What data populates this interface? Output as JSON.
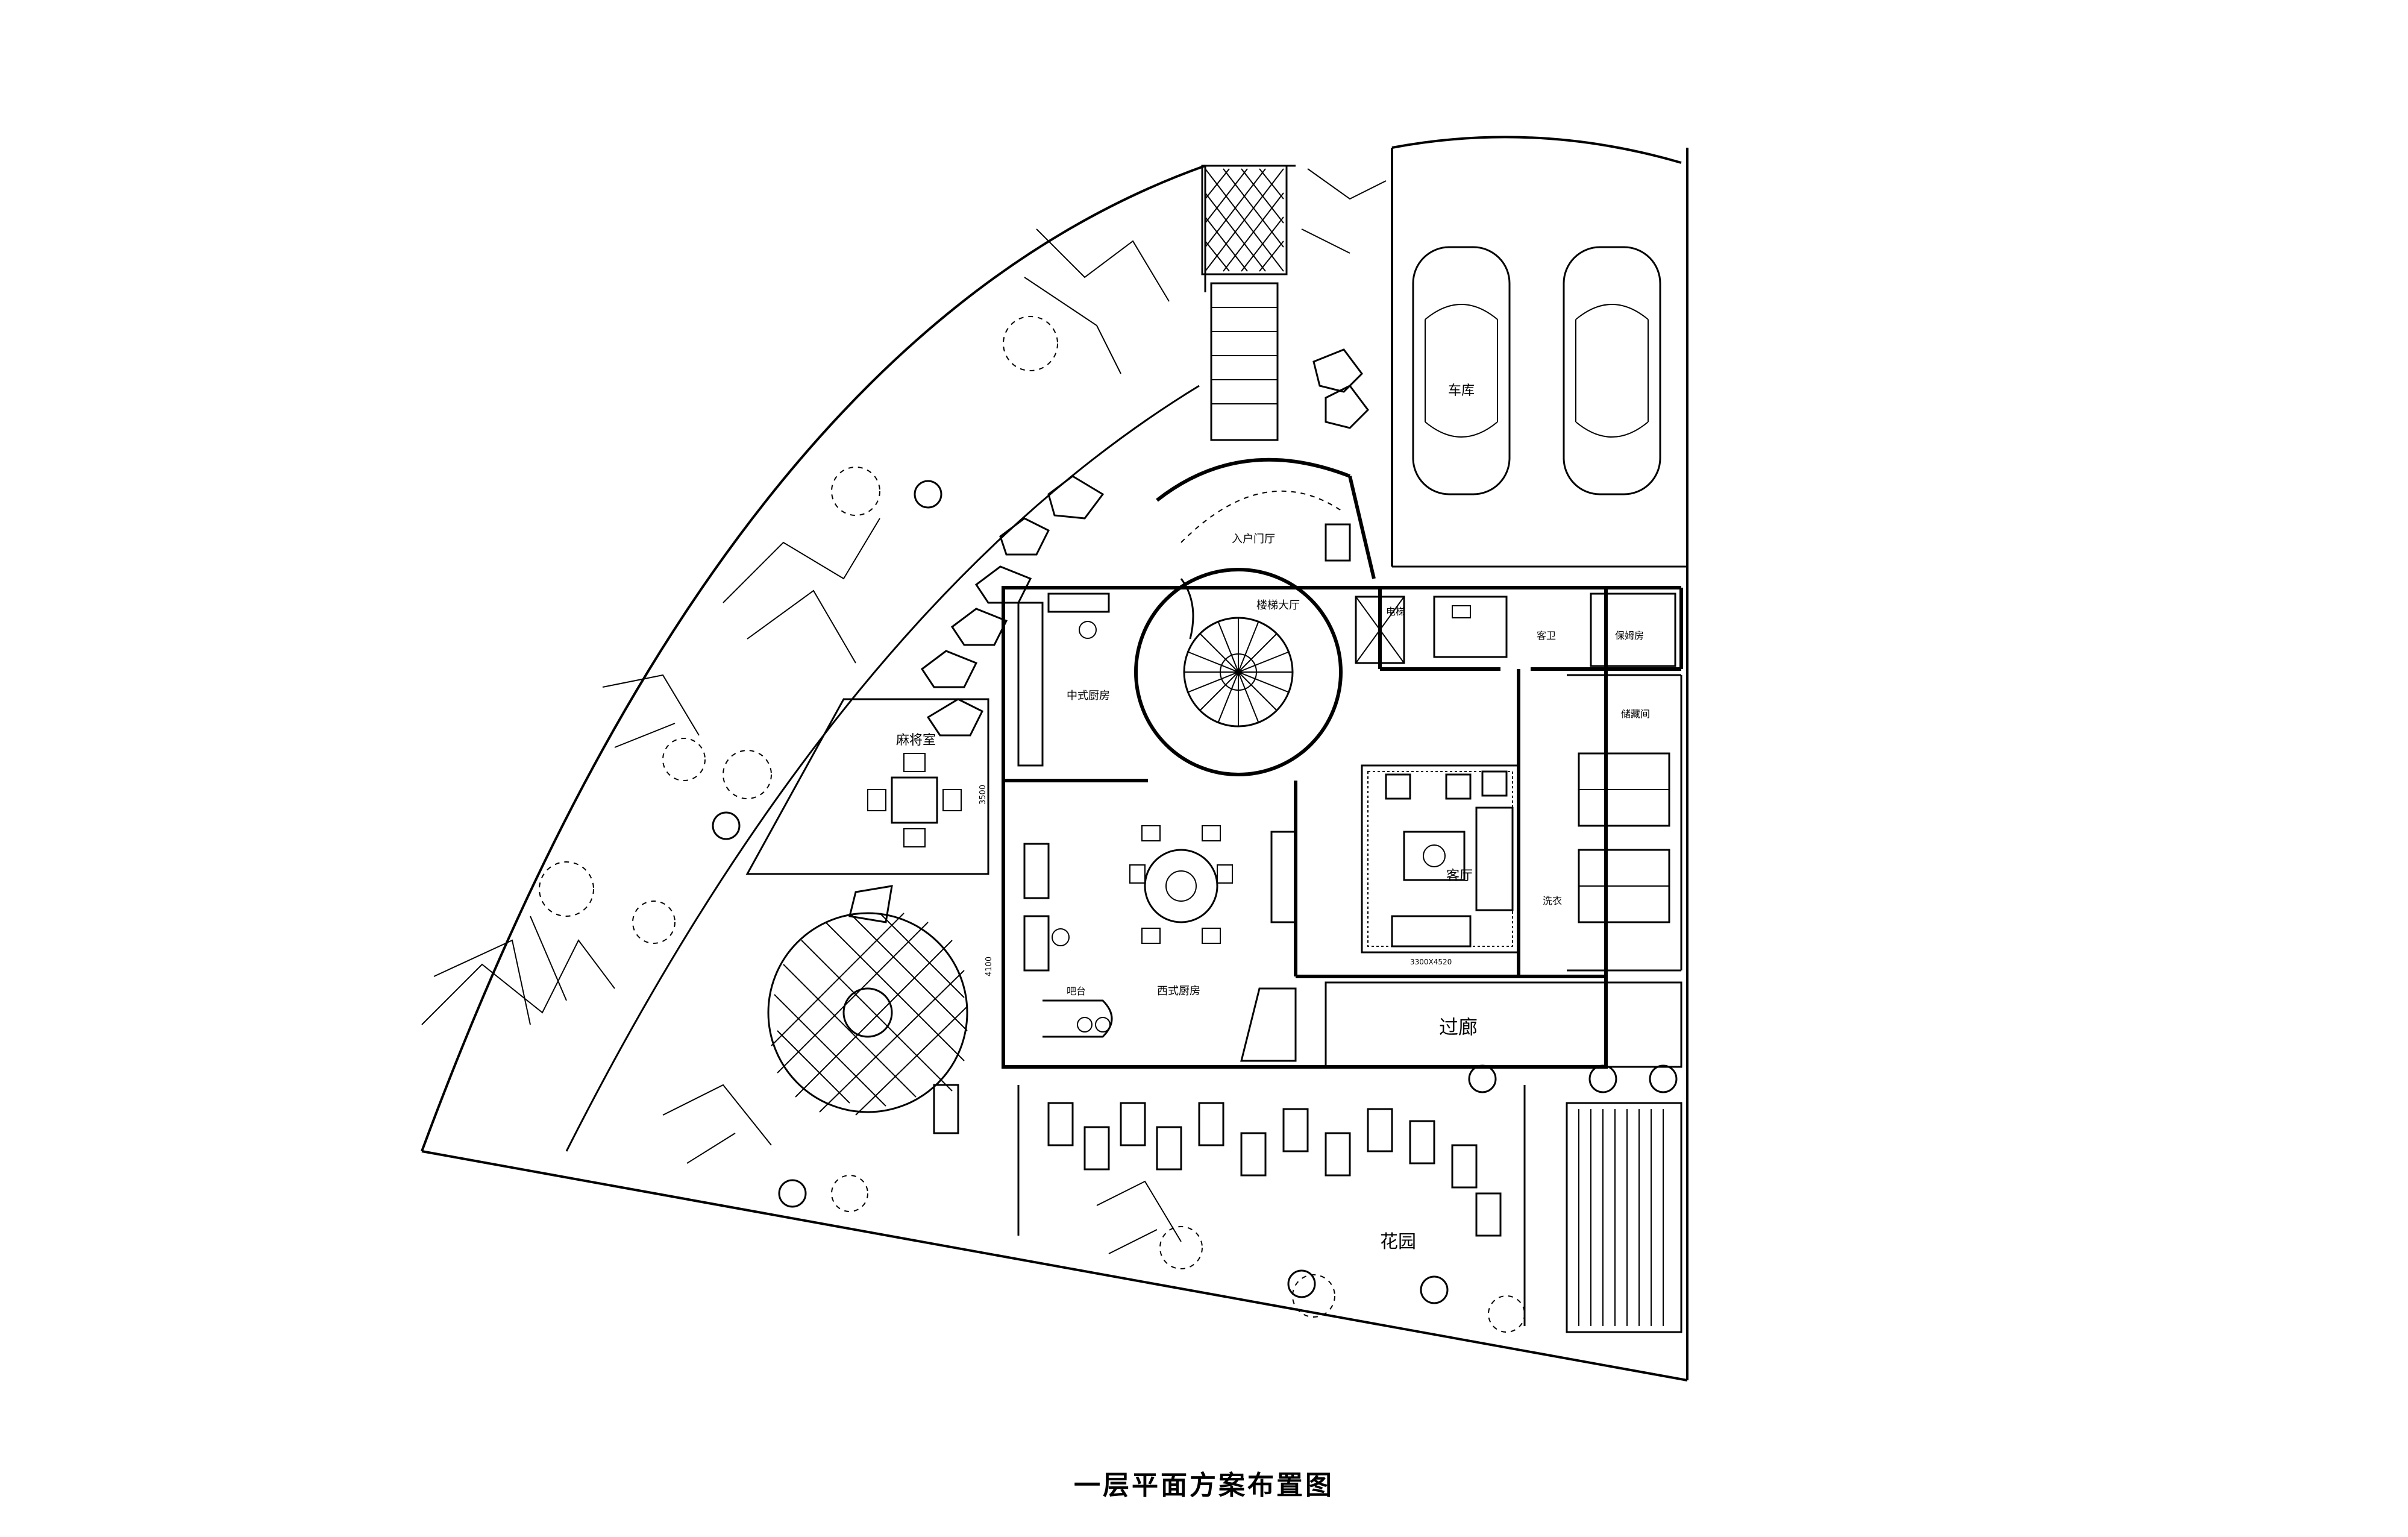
{
  "plan": {
    "caption": "一层平面方案布置图",
    "rooms": {
      "garage": "车库",
      "entrance_hall": "入户门厅",
      "stair_hall": "楼梯大厅",
      "chinese_kitchen": "中式厨房",
      "western_kitchen": "西式厨房",
      "bar": "吧台",
      "mahjong_room": "麻将室",
      "living_room": "客厅",
      "corridor": "过廊",
      "garden": "花园",
      "elevator": "电梯",
      "guest_bath": "客卫",
      "servant_room": "保姆房",
      "laundry": "洗衣",
      "storage": "储藏间"
    },
    "dimensions": {
      "mahjong_width": "3500",
      "dining_width": "4100",
      "carpet_size": "3300X4520"
    }
  }
}
